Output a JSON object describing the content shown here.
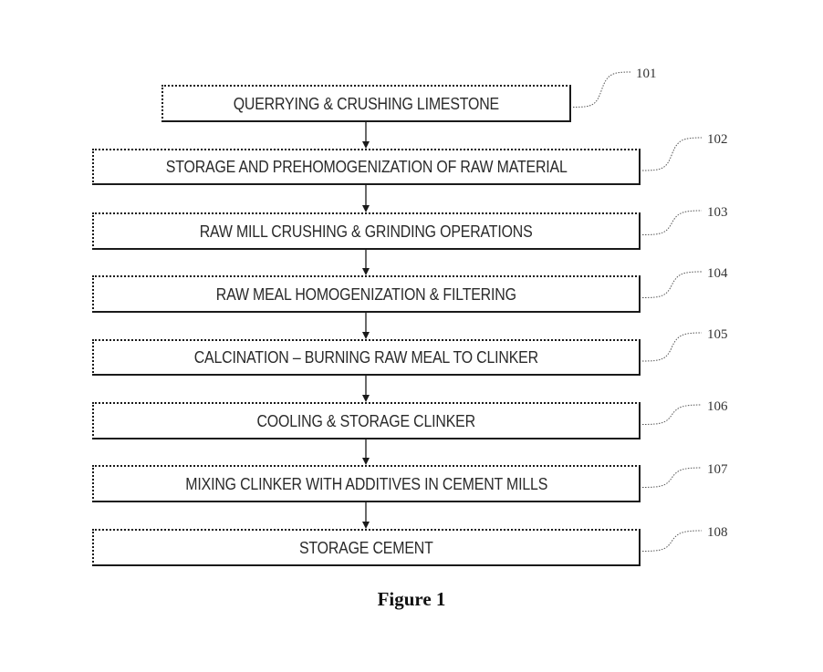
{
  "figure": {
    "caption": "Figure 1",
    "type": "process-flowchart",
    "colors": {
      "line": "#1a1a1a",
      "text": "#2a2a2a",
      "background": "#ffffff"
    }
  },
  "steps": [
    {
      "ref": "101",
      "label": "QUERRYING & CRUSHING LIMESTONE"
    },
    {
      "ref": "102",
      "label": "STORAGE AND PREHOMOGENIZATION OF RAW MATERIAL"
    },
    {
      "ref": "103",
      "label": "RAW MILL CRUSHING & GRINDING OPERATIONS"
    },
    {
      "ref": "104",
      "label": "RAW MEAL HOMOGENIZATION & FILTERING"
    },
    {
      "ref": "105",
      "label": "CALCINATION – BURNING RAW MEAL TO CLINKER"
    },
    {
      "ref": "106",
      "label": "COOLING & STORAGE CLINKER"
    },
    {
      "ref": "107",
      "label": "MIXING CLINKER WITH ADDITIVES IN CEMENT MILLS"
    },
    {
      "ref": "108",
      "label": "STORAGE CEMENT"
    }
  ],
  "flow": [
    [
      "101",
      "102"
    ],
    [
      "102",
      "103"
    ],
    [
      "103",
      "104"
    ],
    [
      "104",
      "105"
    ],
    [
      "105",
      "106"
    ],
    [
      "106",
      "107"
    ],
    [
      "107",
      "108"
    ]
  ]
}
